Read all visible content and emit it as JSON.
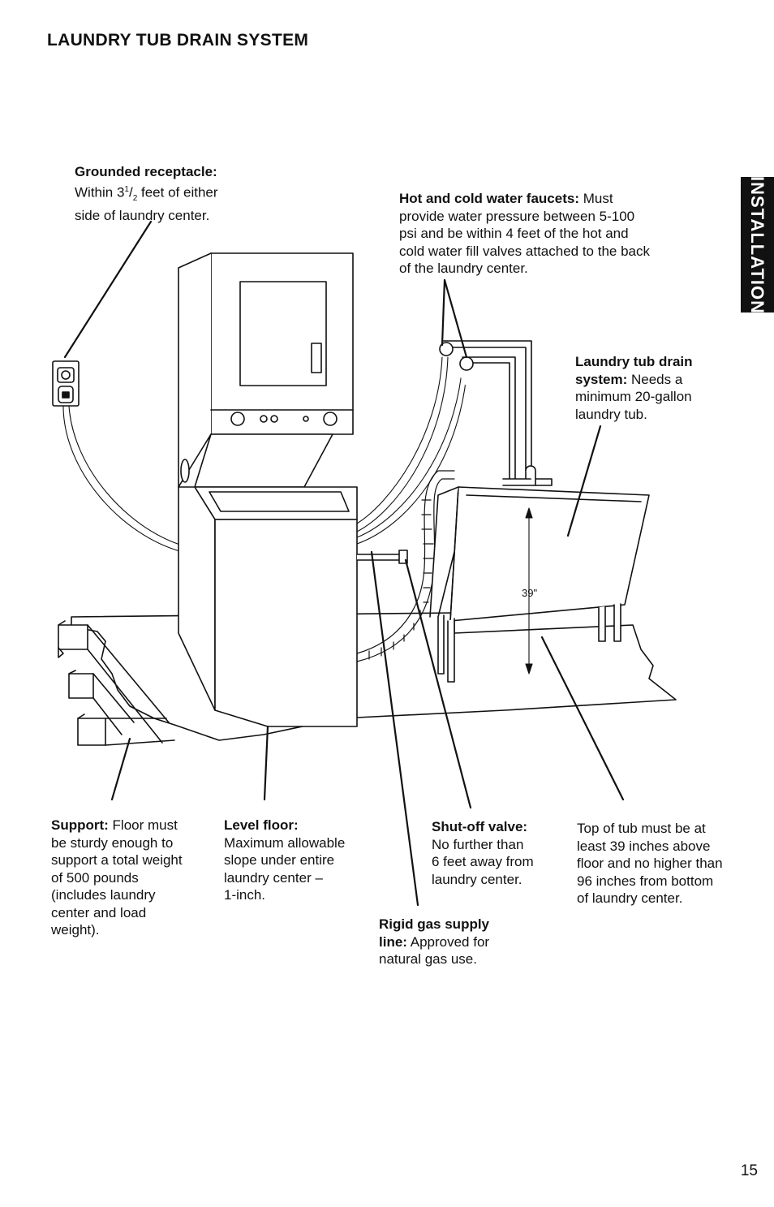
{
  "page": {
    "title": "LAUNDRY TUB DRAIN SYSTEM",
    "side_tab": "INSTALLATION",
    "page_number": "15"
  },
  "diagram": {
    "height_label": "39\""
  },
  "callouts": {
    "receptacle": {
      "heading": "Grounded receptacle:",
      "line1_pre": "Within 3",
      "line1_sup": "1",
      "line1_sub": "2",
      "line1_post": " feet of either",
      "line2": "side of laundry center."
    },
    "faucets": {
      "heading": "Hot and cold water faucets:",
      "text_inline": " Must",
      "lines": [
        "provide water pressure between 5-100",
        "psi and be within 4 feet of the hot and",
        "cold water fill valves attached to the back",
        "of the laundry center."
      ]
    },
    "tub_drain": {
      "heading1": "Laundry tub drain",
      "heading2": "system:",
      "text_inline": " Needs a",
      "lines": [
        "minimum 20-gallon",
        "laundry tub."
      ]
    },
    "support": {
      "heading": "Support:",
      "text_inline": " Floor must",
      "lines": [
        "be sturdy enough to",
        "support a total weight",
        "of 500 pounds",
        "(includes laundry",
        "center and load",
        "weight)."
      ]
    },
    "level_floor": {
      "heading": "Level floor:",
      "lines": [
        "Maximum allowable",
        "slope under entire",
        "laundry center –",
        "1-inch."
      ]
    },
    "shutoff": {
      "heading": "Shut-off valve:",
      "lines": [
        "No further than",
        "6 feet away from",
        "laundry center."
      ]
    },
    "tub_top": {
      "lines": [
        "Top of tub must be at",
        "least 39 inches above",
        "floor and no higher than",
        "96 inches from bottom",
        "of laundry center."
      ]
    },
    "gas_line": {
      "heading1": "Rigid gas supply",
      "heading2": "line:",
      "text_inline": " Approved for",
      "lines": [
        "natural gas use."
      ]
    }
  }
}
